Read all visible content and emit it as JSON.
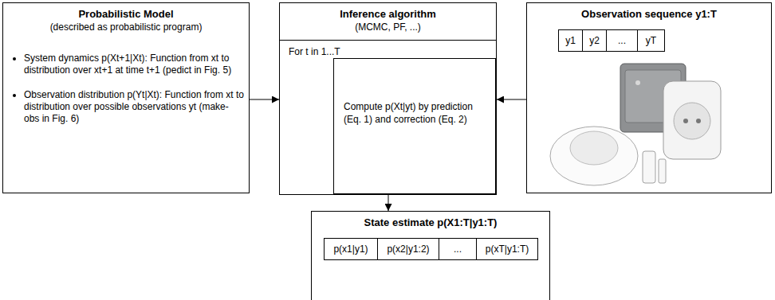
{
  "diagram": {
    "nodes": [
      {
        "text": [
          "Probabilistic Model",
          "(described as probabilistic program)",
          "System dynamics p(Xt+1|Xt): Function from xt to distribution over xt+1 at time t+1 (pedict in Fig. 5)",
          "Observation distribution p(Yt|Xt): Function from xt to distribution over possible observations yt (make-obs in Fig. 6)"
        ]
      },
      {
        "text": [
          "Inference algorithm",
          "(MCMC, PF, ...)",
          "For t in 1...T"
        ]
      },
      {
        "text": [
          "Compute p(Xt|yt) by prediction (Eq. 1) and correction (Eq. 2)"
        ],
        "in": 1
      },
      {
        "text": [
          "Observation sequence y1:T"
        ]
      },
      {
        "text": [
          "y1"
        ],
        "in": 3
      },
      {
        "text": [
          "y2"
        ],
        "in": 3
      },
      {
        "text": [
          "..."
        ],
        "in": 3
      },
      {
        "text": [
          "yT"
        ],
        "in": 3
      },
      {
        "text": [
          "State estimate p(X1:T|y1:T)"
        ]
      },
      {
        "text": [
          "p(x1|y1)"
        ],
        "in": 8
      },
      {
        "text": [
          "p(x2|y1:2)"
        ],
        "in": 8
      },
      {
        "text": [
          "..."
        ],
        "in": 8
      },
      {
        "text": [
          "p(xT|y1:T)"
        ],
        "in": 8
      }
    ],
    "edges": [
      {
        "from": 0,
        "to": 1,
        "arrow": "to"
      },
      {
        "from": 3,
        "to": 1,
        "arrow": "to"
      },
      {
        "from": 1,
        "to": 8,
        "arrow": "to"
      }
    ]
  }
}
